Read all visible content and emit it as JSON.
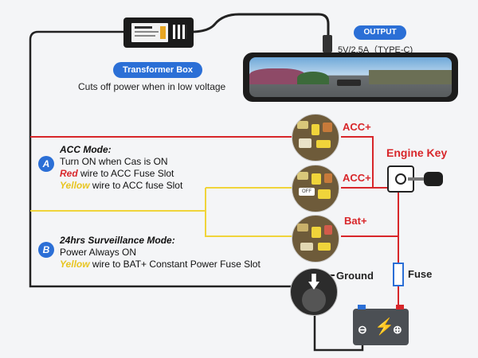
{
  "transformer": {
    "label": "Transformer Box",
    "caption": "Cuts off power when in low voltage"
  },
  "output": {
    "label": "OUTPUT",
    "spec": "5V/2.5A（TYPE-C)"
  },
  "fuse_labels": {
    "acc1": "ACC+",
    "acc2": "ACC+",
    "bat": "Bat+"
  },
  "engine_key": "Engine Key",
  "fuse": "Fuse",
  "ground": "Ground",
  "mode_a": {
    "badge": "A",
    "title": "ACC Mode:",
    "line1": "Turn ON when Cas is ON",
    "line2_color": "Red",
    "line2_rest": " wire to ACC Fuse Slot",
    "line3_color": "Yellow",
    "line3_rest": " wire to ACC fuse Slot"
  },
  "mode_b": {
    "badge": "B",
    "title": "24hrs Surveillance Mode:",
    "line1": "Power Always ON",
    "line2_color": "Yellow",
    "line2_rest": " wire to BAT+ Constant Power Fuse Slot"
  },
  "fuse_switch_text": "OFF",
  "colors": {
    "red_wire": "#d8262a",
    "yellow_wire": "#f0d43a",
    "black_wire": "#222222",
    "accent": "#2b6fd6"
  }
}
